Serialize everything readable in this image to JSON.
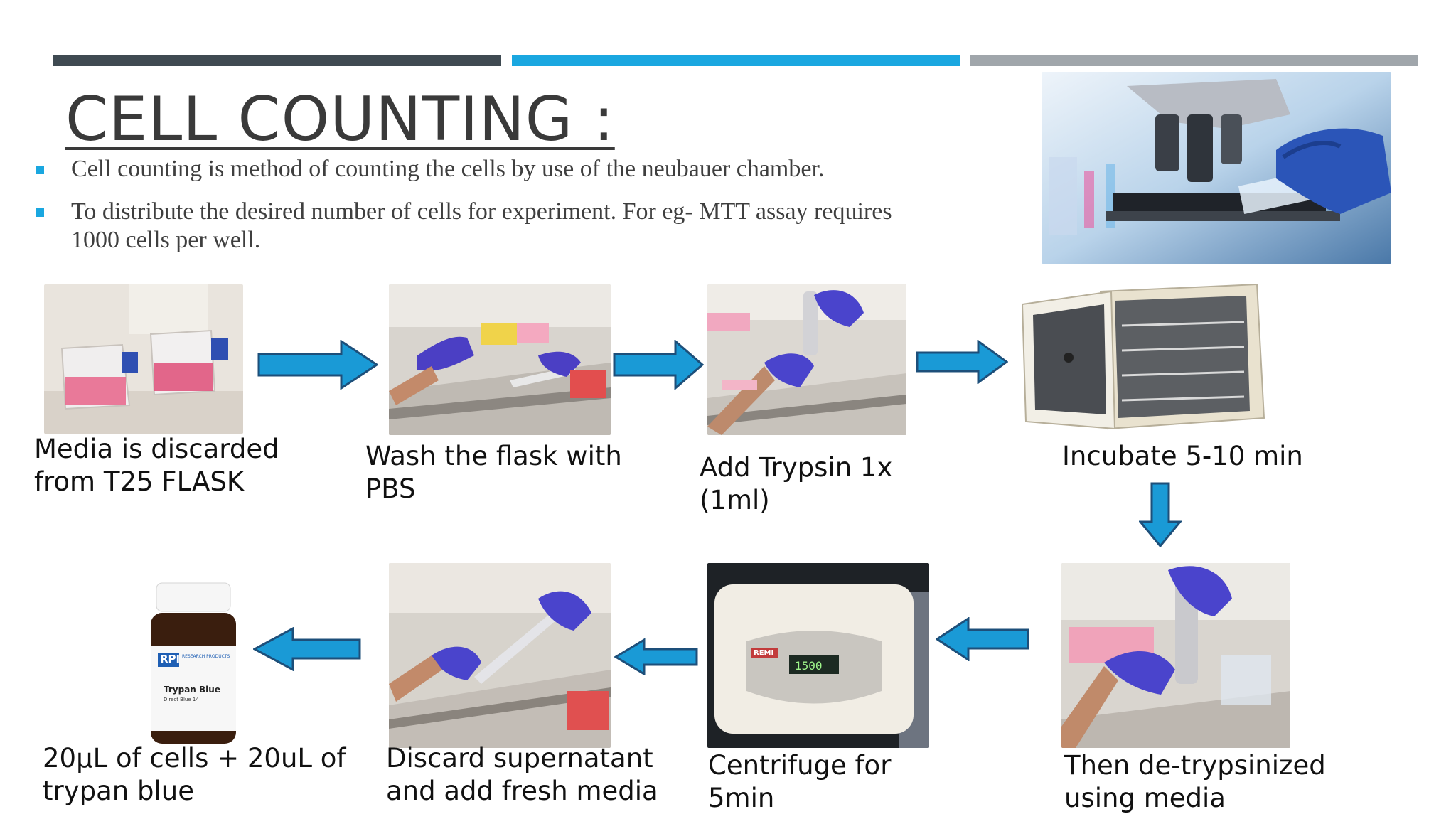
{
  "slide": {
    "title": "CELL COUNTING :",
    "bullets": [
      {
        "line1": "Cell counting is method of counting the cells by use of the neubauer chamber.",
        "line2": ""
      },
      {
        "line1": "To distribute the desired number of cells for experiment. For eg- MTT assay requires",
        "line2": "1000 cells per well."
      }
    ]
  },
  "steps": [
    {
      "line1": "Media is discarded",
      "line2": "from T25 FLASK"
    },
    {
      "line1": "Wash the flask with",
      "line2": "PBS"
    },
    {
      "line1": "Add Trypsin 1x",
      "line2": "(1ml)"
    },
    {
      "line1": "Incubate 5-10 min",
      "line2": ""
    },
    {
      "line1": "Then de-trypsinized",
      "line2": "using media"
    },
    {
      "line1": "Centrifuge for",
      "line2": "5min"
    },
    {
      "line1": "Discard supernatant",
      "line2": "and add fresh media"
    },
    {
      "line1": "20µL of cells + 20uL of",
      "line2": "trypan blue"
    }
  ],
  "images": {
    "bottle_brand": "RPI",
    "bottle_brand_sub": "RESEARCH PRODUCTS",
    "bottle_label": "Trypan Blue",
    "bottle_sublabel": "Direct Blue 14",
    "centrifuge_display": "1500",
    "centrifuge_brand": "REMI"
  },
  "colors": {
    "accent_blue": "#1aa7e0",
    "bar_dark": "#3f4a52",
    "bar_grey": "#a0a6ab",
    "arrow_fill": "#1a9ad6",
    "arrow_stroke": "#1d4f7a"
  }
}
